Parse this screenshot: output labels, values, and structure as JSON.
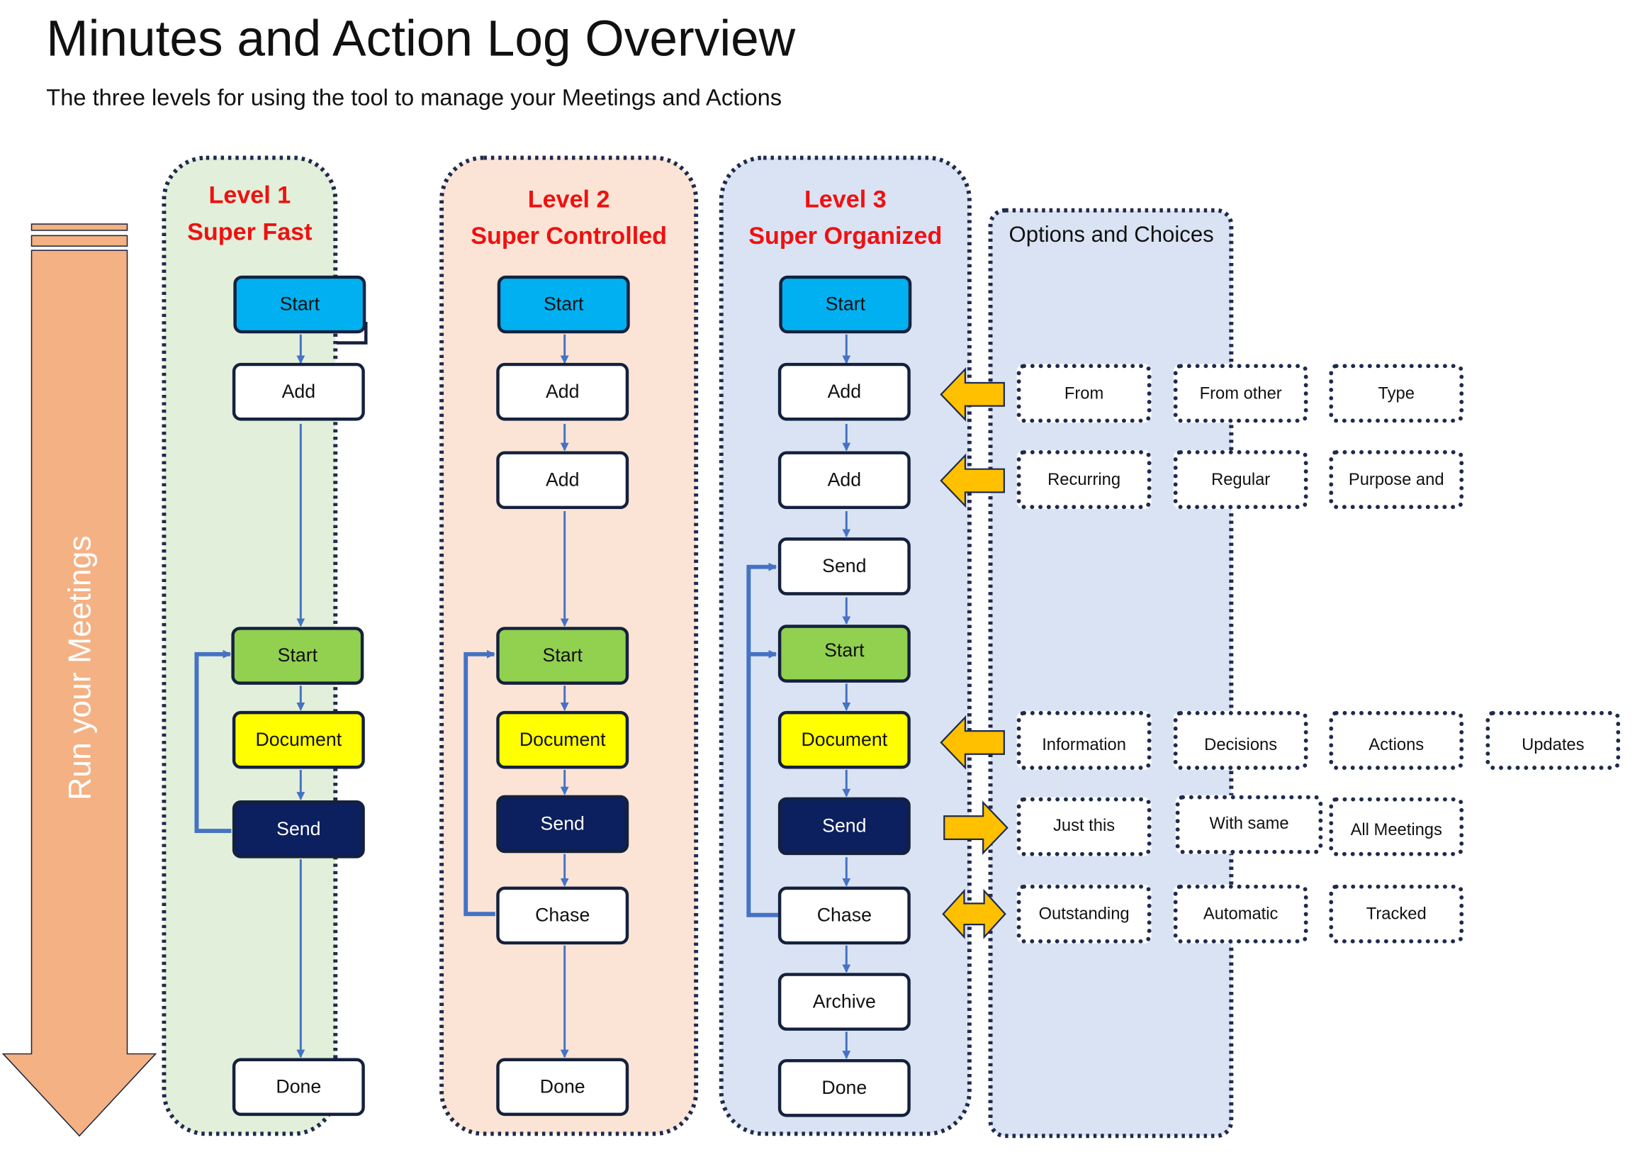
{
  "title": "Minutes and Action Log Overview",
  "subtitle": "The three levels for using the tool to manage your Meetings and Actions",
  "side_arrow": {
    "label": "Run your Meetings",
    "color": "#f4b183"
  },
  "colors": {
    "panel1": "#e2efda",
    "panel2": "#fbe4d5",
    "panel3": "#dae3f3",
    "options": "#dae3f3",
    "start_blue": "#00b0f0",
    "start_green": "#92d050",
    "document_yellow": "#ffff00",
    "send_navy": "#0c1f5e",
    "flow_arrow": "#4472c4",
    "option_arrow": "#ffc000",
    "level_title": "#ee1111"
  },
  "levels": [
    {
      "line1": "Level 1",
      "line2": "Super Fast",
      "steps": [
        "Start",
        "Add",
        "Start",
        "Document",
        "Send",
        "Done"
      ]
    },
    {
      "line1": "Level 2",
      "line2": "Super Controlled",
      "steps": [
        "Start",
        "Add",
        "Add",
        "Start",
        "Document",
        "Send",
        "Chase",
        "Done"
      ]
    },
    {
      "line1": "Level 3",
      "line2": "Super Organized",
      "steps": [
        "Start",
        "Add",
        "Add",
        "Send",
        "Start",
        "Document",
        "Send",
        "Chase",
        "Archive",
        "Done"
      ]
    }
  ],
  "options": {
    "title": "Options and Choices",
    "rows": [
      {
        "arrow": "left",
        "items": [
          "From",
          "From other",
          "Type"
        ]
      },
      {
        "arrow": "left",
        "items": [
          "Recurring",
          "Regular",
          "Purpose and"
        ]
      },
      {
        "arrow": "left",
        "items": [
          "Information",
          "Decisions",
          "Actions",
          "Updates"
        ]
      },
      {
        "arrow": "right",
        "items": [
          "Just this",
          "With same",
          "All Meetings"
        ]
      },
      {
        "arrow": "both",
        "items": [
          "Outstanding",
          "Automatic",
          "Tracked"
        ]
      }
    ]
  }
}
